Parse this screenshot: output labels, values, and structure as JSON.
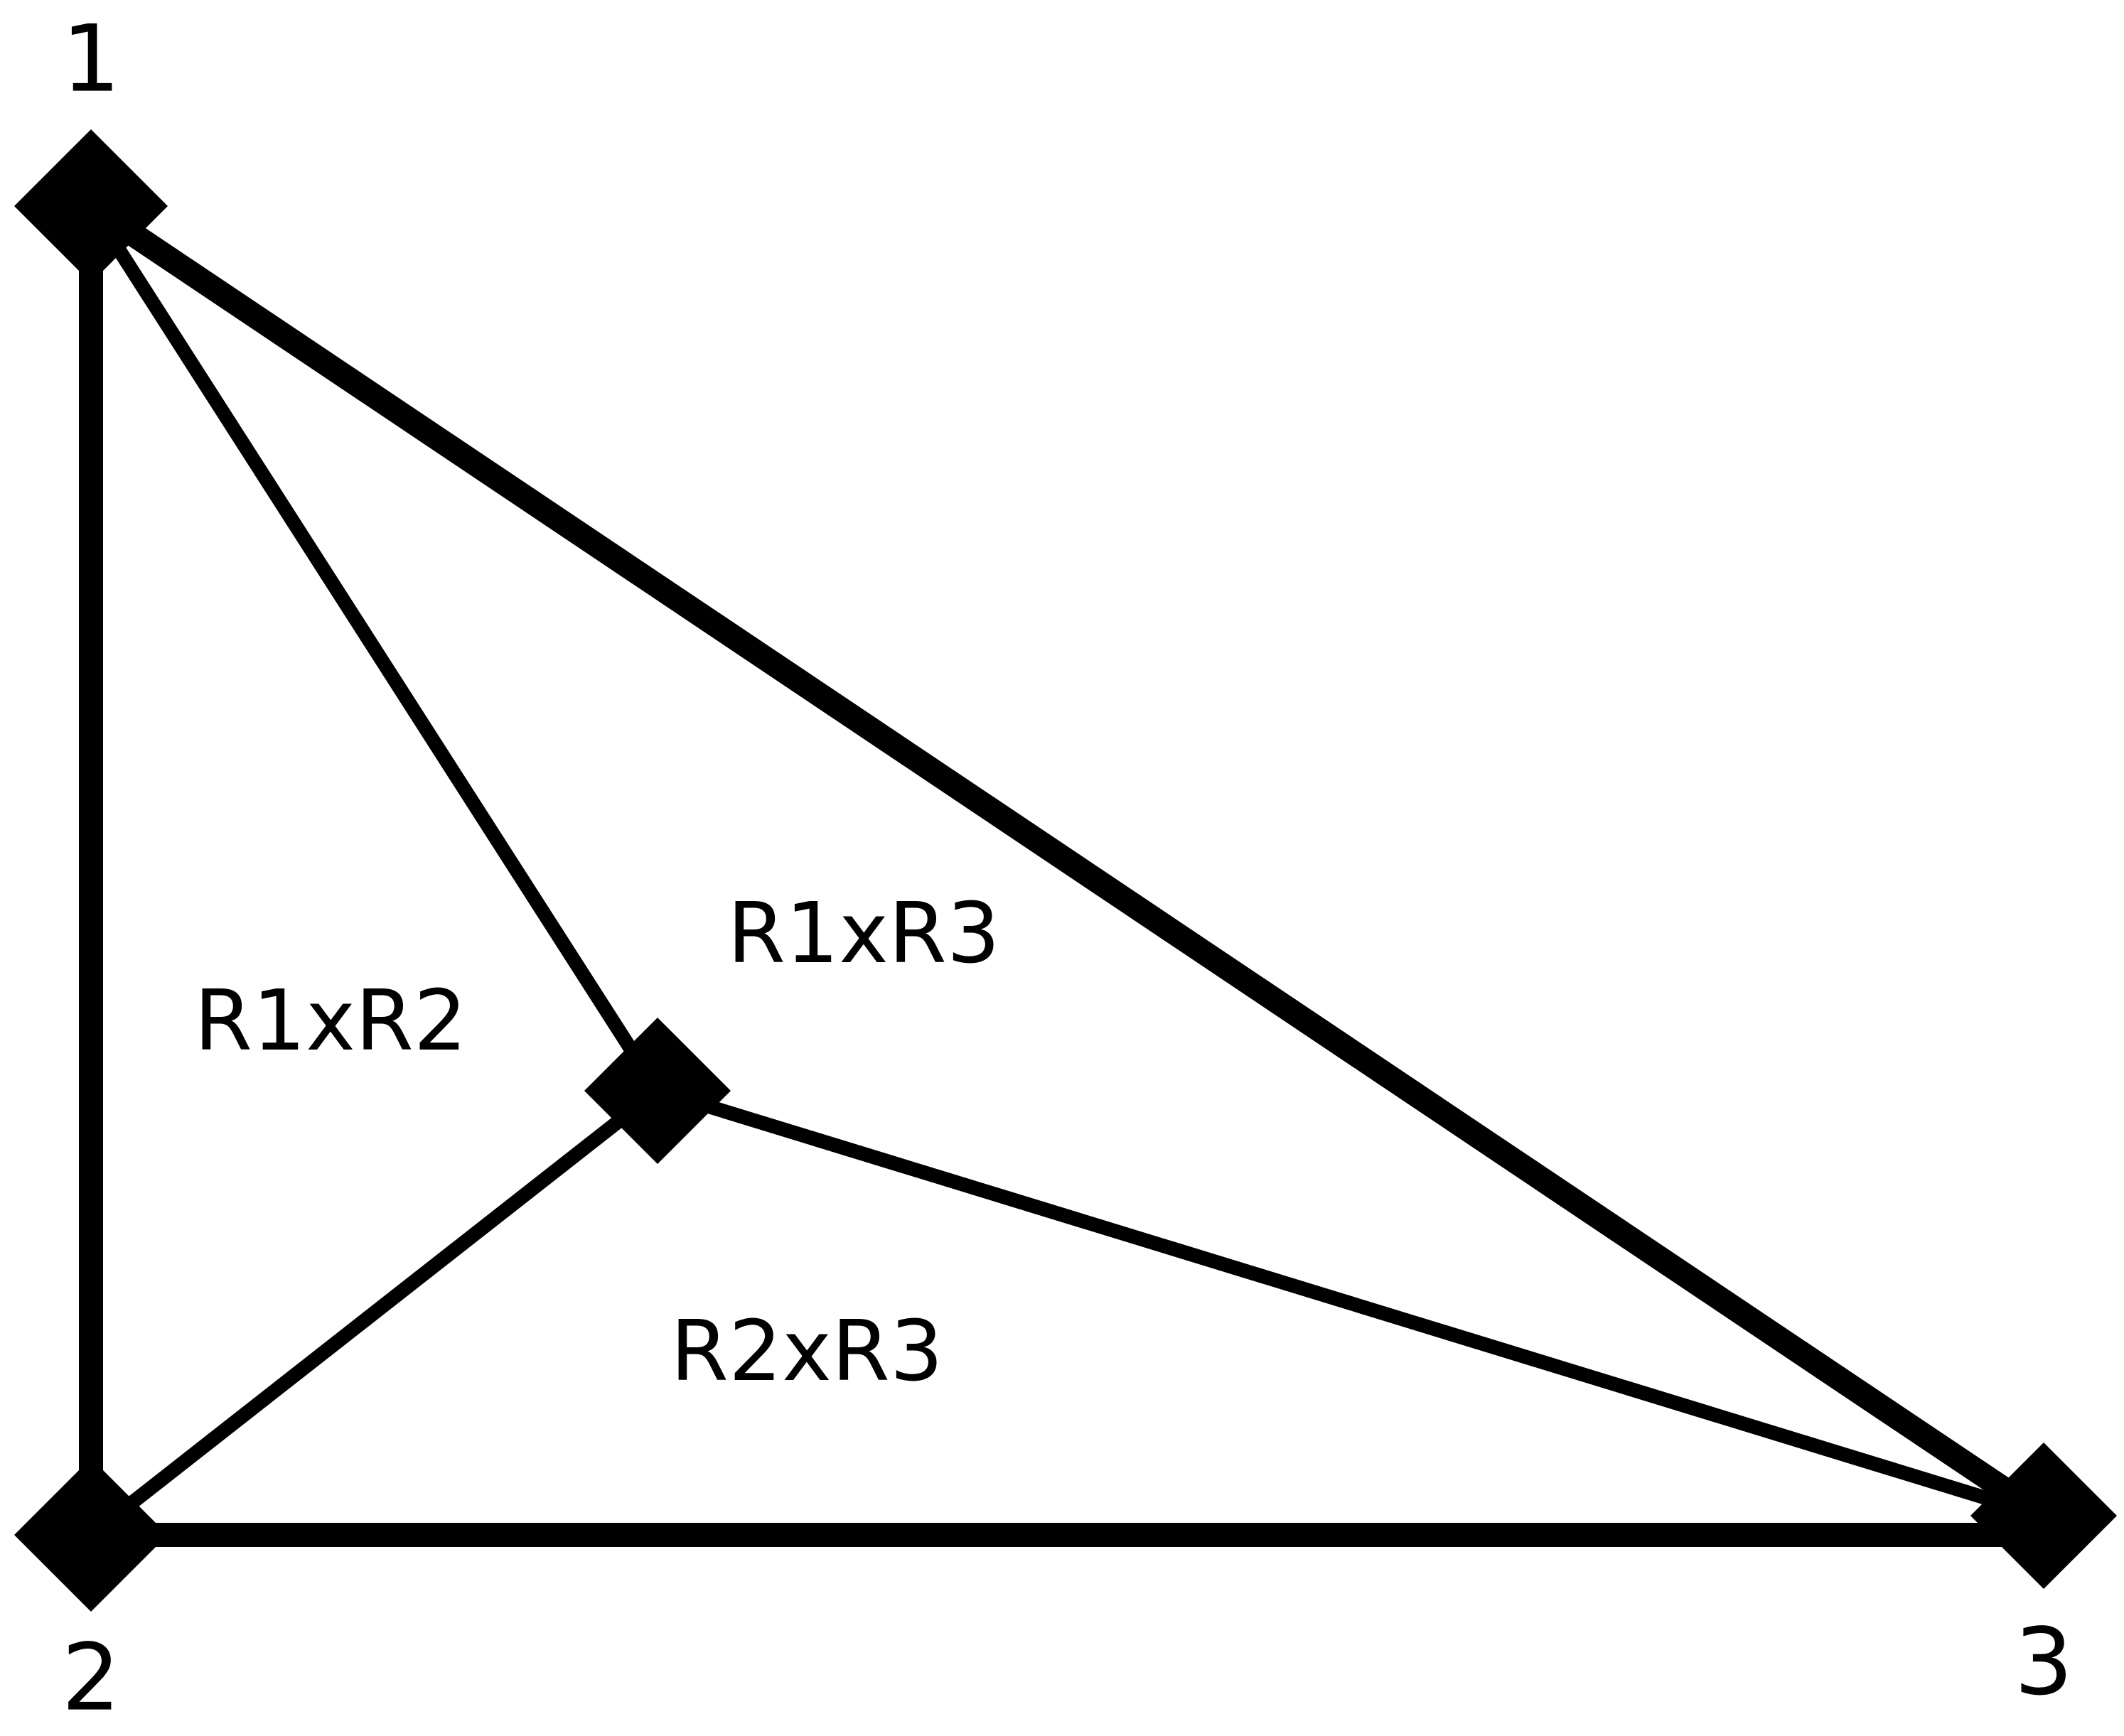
{
  "diagram": {
    "vertices": [
      {
        "id": "1",
        "label": "1"
      },
      {
        "id": "2",
        "label": "2"
      },
      {
        "id": "3",
        "label": "3"
      },
      {
        "id": "c",
        "label": ""
      }
    ],
    "edges": [
      {
        "from": "1",
        "to": "2",
        "weight": "thick"
      },
      {
        "from": "2",
        "to": "3",
        "weight": "thick"
      },
      {
        "from": "1",
        "to": "3",
        "weight": "thick"
      },
      {
        "from": "1",
        "to": "c",
        "weight": "thin"
      },
      {
        "from": "2",
        "to": "c",
        "weight": "thin"
      },
      {
        "from": "3",
        "to": "c",
        "weight": "thin"
      }
    ],
    "regions": [
      {
        "label": "R1xR2"
      },
      {
        "label": "R1xR3"
      },
      {
        "label": "R2xR3"
      }
    ],
    "colors": {
      "line": "#000000",
      "background": "#ffffff"
    }
  }
}
